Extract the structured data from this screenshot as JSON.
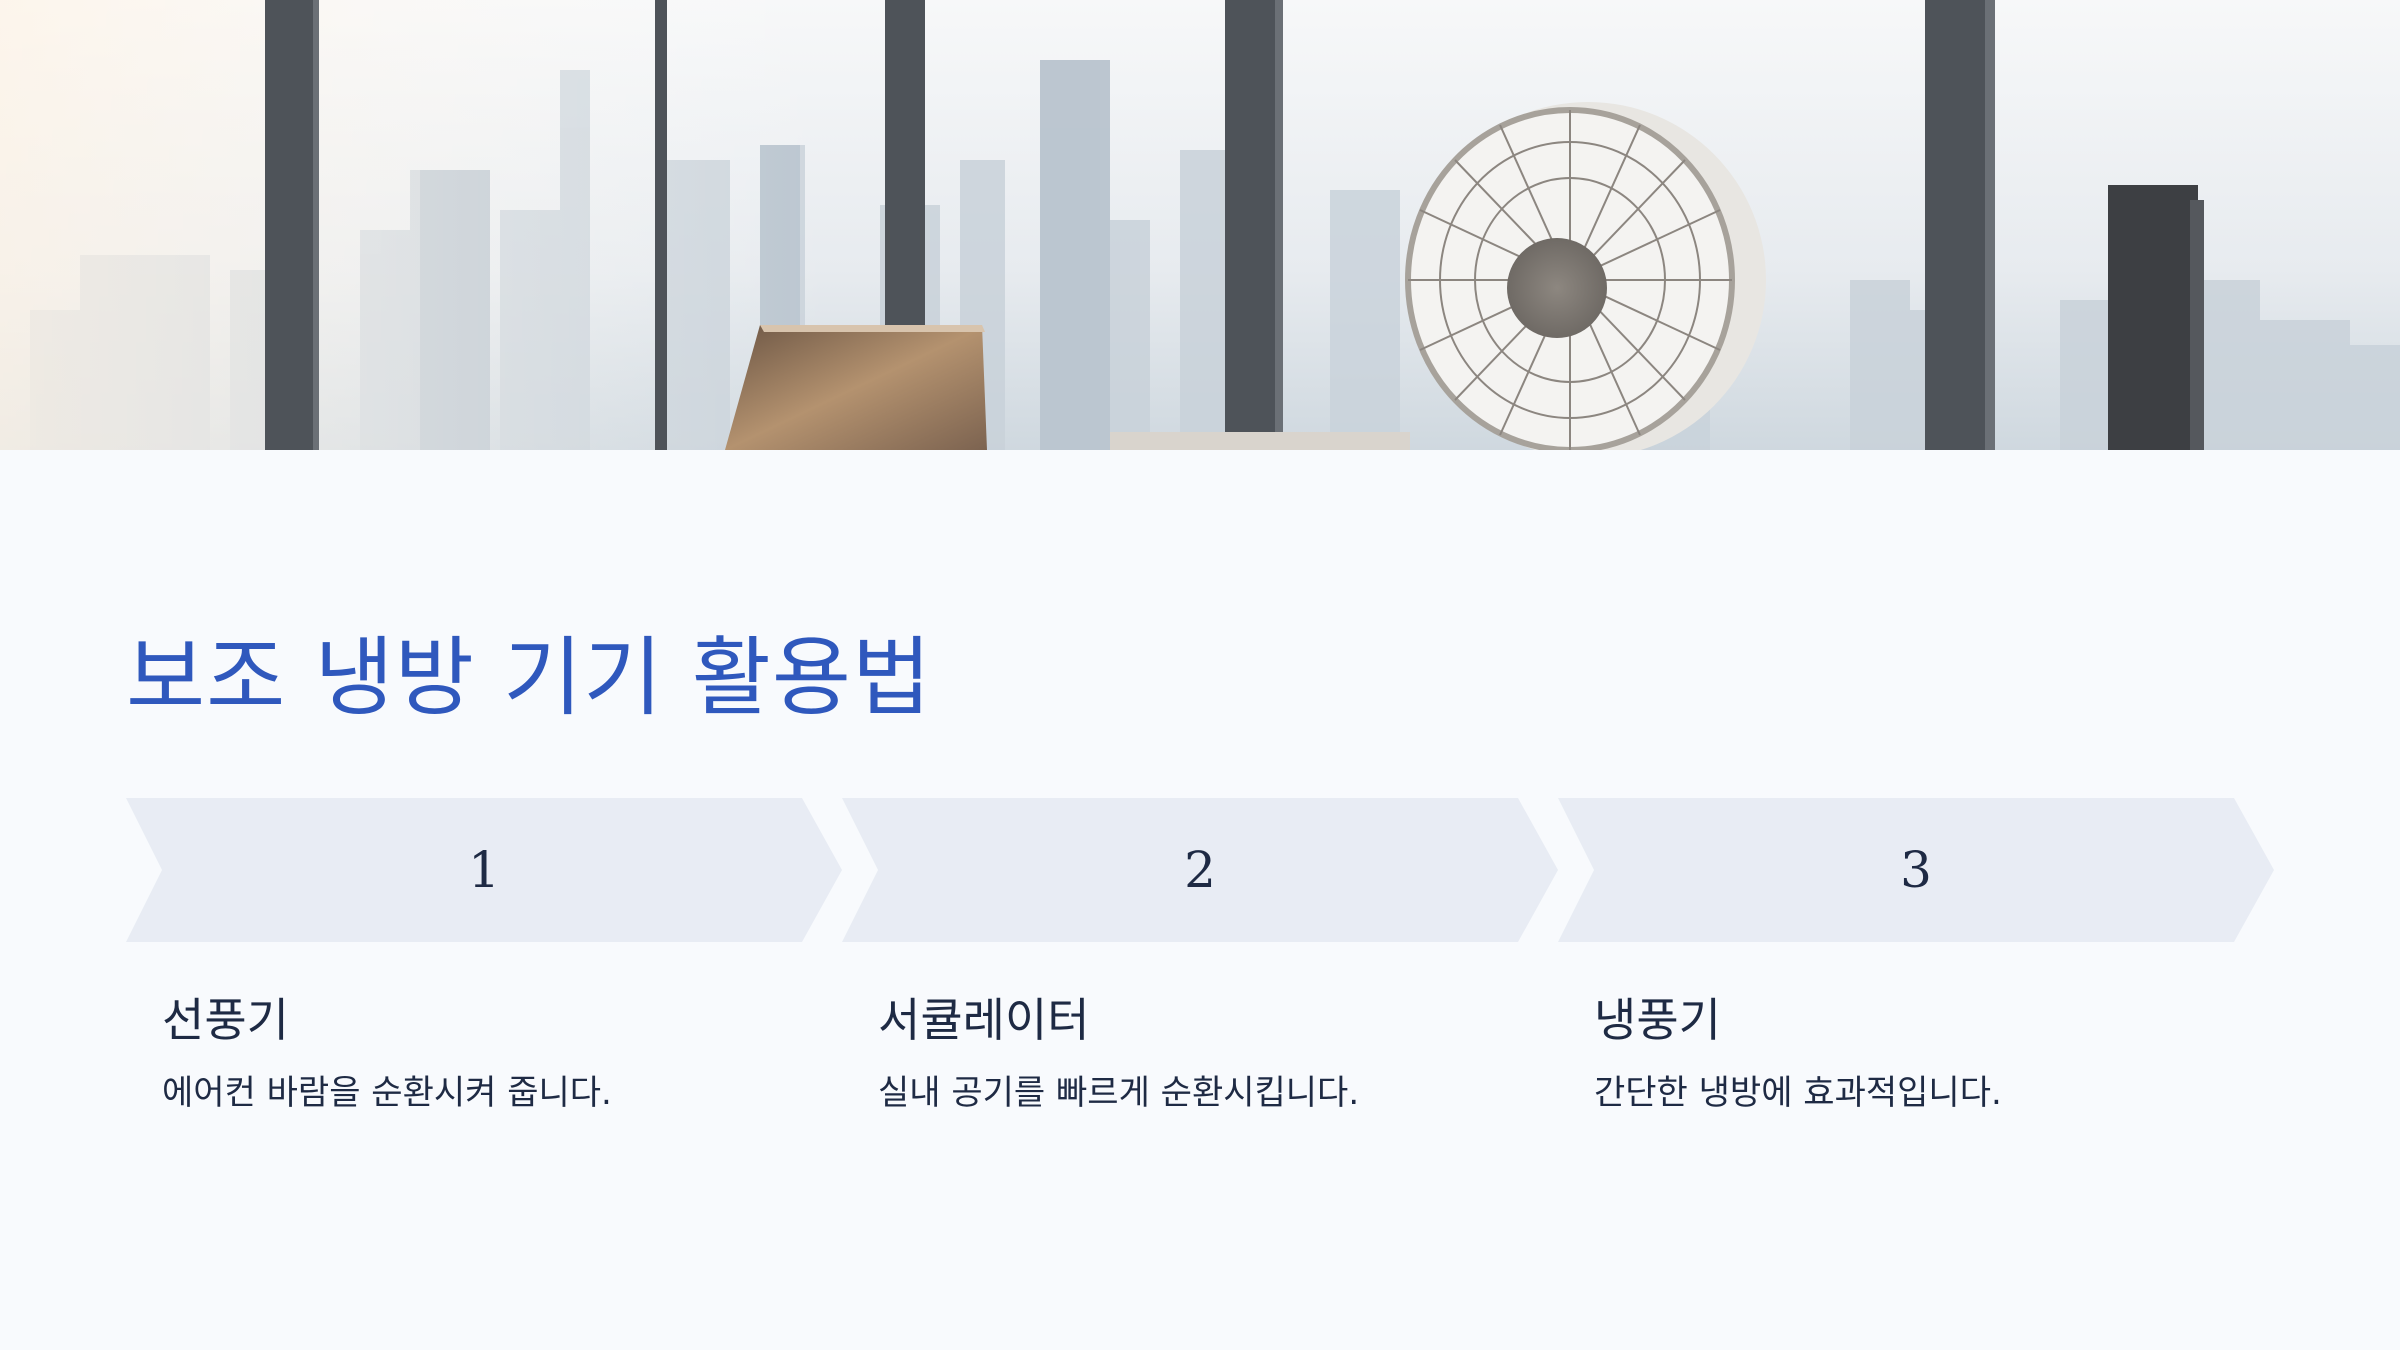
{
  "hero": {
    "scene": "office-window-city-skyline-with-desk-fan-and-laptop"
  },
  "slide": {
    "title": "보조 냉방 기기 활용법"
  },
  "steps": [
    {
      "number": "1",
      "title": "선풍기",
      "description": "에어컨 바람을 순환시켜 줍니다."
    },
    {
      "number": "2",
      "title": "서큘레이터",
      "description": "실내 공기를 빠르게 순환시킵니다."
    },
    {
      "number": "3",
      "title": "냉풍기",
      "description": "간단한 냉방에 효과적입니다."
    }
  ],
  "colors": {
    "title": "#2f58bd",
    "text": "#1e2a44",
    "chevron": "#e8ecf4",
    "background": "#f8fafd"
  }
}
